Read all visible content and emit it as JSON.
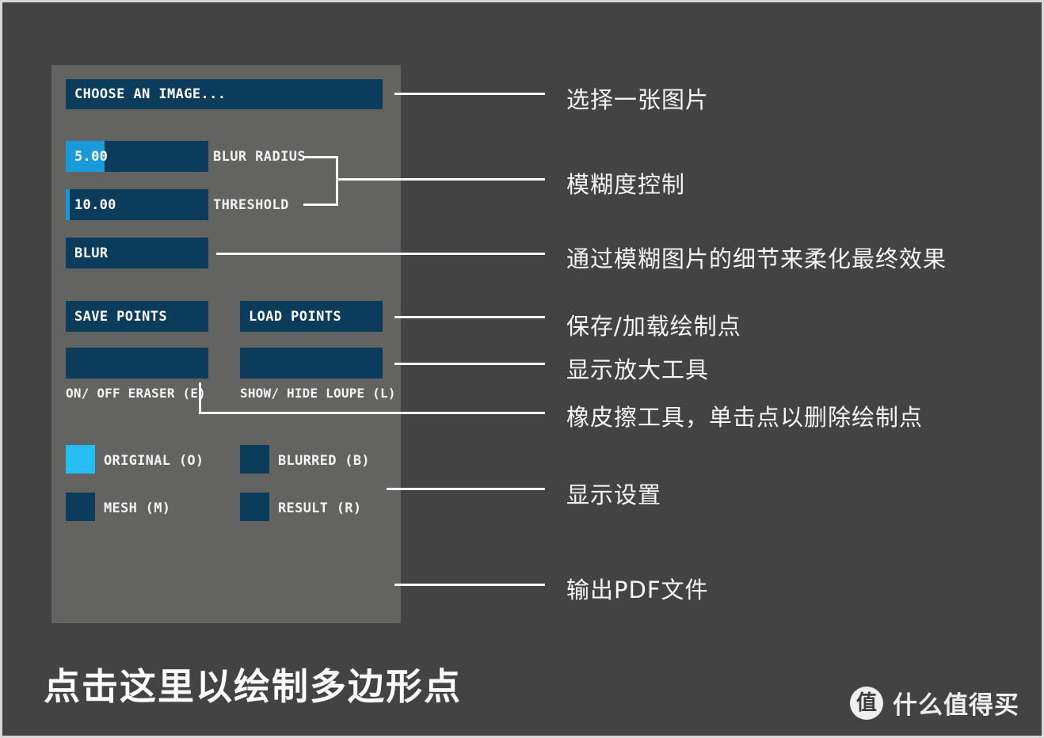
{
  "panel": {
    "choose_image_button": "Choose an image...",
    "sliders": [
      {
        "value": "5.00",
        "label": "Blur Radius",
        "fill_percent": 27
      },
      {
        "value": "10.00",
        "label": "Threshold",
        "fill_percent": 3
      }
    ],
    "blur_button": "Blur",
    "save_points_button": "Save Points",
    "load_points_button": "Load Points",
    "eraser_toggle_label": "ON/ OFF ERASER (E)",
    "loupe_toggle_label": "SHOW/ HIDE LOUPE (L)",
    "swatches": [
      {
        "label": "ORIGINAL (O)",
        "active": true
      },
      {
        "label": "BLURRED (B)",
        "active": false
      },
      {
        "label": "MESH (M)",
        "active": false
      },
      {
        "label": "RESULT (R)",
        "active": false
      }
    ]
  },
  "annotations": [
    {
      "text": "选择一张图片"
    },
    {
      "text": "模糊度控制"
    },
    {
      "text": "通过模糊图片的细节来柔化最终效果"
    },
    {
      "text": "保存/加载绘制点"
    },
    {
      "text": "显示放大工具"
    },
    {
      "text": "橡皮擦工具，单击点以删除绘制点"
    },
    {
      "text": "显示设置"
    },
    {
      "text": "输出PDF文件"
    }
  ],
  "caption": "点击这里以绘制多边形点",
  "watermark": {
    "badge": "值",
    "text": "什么值得买"
  },
  "colors": {
    "background": "#434343",
    "panel": "#636362",
    "control_blue": "#0b3c5c",
    "accent_cyan": "#25bdf2",
    "slider_fill": "#1a9ad8",
    "line": "#f7f7f7",
    "text": "#f6f6f6"
  }
}
